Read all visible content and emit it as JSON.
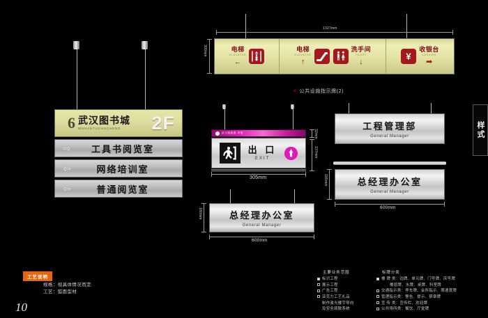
{
  "page": {
    "number": "10",
    "side_tab": "样式"
  },
  "facilities_sign": {
    "caption": "公共设施指示牌(2)",
    "caption_star": "✳",
    "width_dim": "1327mm",
    "height_dim": "300mm",
    "panels": [
      {
        "items": [
          {
            "cn": "电梯",
            "en": "ELEVATOR",
            "icon": "elevator-icon",
            "arrow": "←",
            "arrow_dir": "left",
            "layout": "text-left"
          }
        ]
      },
      {
        "items": [
          {
            "cn": "电梯",
            "en": "ELEVATOR",
            "icon": "escalator-icon",
            "arrow": "↑",
            "arrow_dir": "up",
            "layout": "text-left"
          },
          {
            "cn": "洗手间",
            "en": "TOILET",
            "icon": "toilet-icon",
            "arrow": "↓",
            "arrow_dir": "down",
            "layout": "icon-left"
          }
        ]
      },
      {
        "items": [
          {
            "cn": "收银台",
            "en": "CASHIER",
            "icon": "cashier-yen-icon",
            "arrow": "➡",
            "arrow_dir": "right",
            "layout": "icon-left"
          }
        ]
      }
    ]
  },
  "library_sign": {
    "logo": "6",
    "name_cn": "武汉图书城",
    "name_en": "WUHANTUCHUCHENG",
    "floor": "2F",
    "rows": [
      {
        "arrow": "⇨",
        "label": "工具书阅览室"
      },
      {
        "arrow": "⇦",
        "label": "网络培训室"
      },
      {
        "arrow": "⇦",
        "label": "普通阅览室"
      }
    ]
  },
  "exit_sign": {
    "brand_text": "武汉路路图 有限",
    "cn": "出 口",
    "en": "EXIT",
    "width_dim": "305mm",
    "header_dim": "32mm",
    "body_dim": "137mm"
  },
  "plates": {
    "engineering": {
      "cn": "工程管理部",
      "en": "General Manager"
    },
    "gm_right": {
      "cn": "总经理办公室",
      "en": "General Manager",
      "height_dim": "185mm",
      "width_dim": "600mm"
    },
    "gm_bottom": {
      "cn": "总经理办公室",
      "en": "General Manager",
      "height_dim": "180mm",
      "width_dim": "600mm"
    }
  },
  "spec": {
    "badge": "工艺说明",
    "lines": [
      "规格：视具体情况而定",
      "工艺：弧面型材"
    ]
  },
  "business": {
    "scope_title": "主要业务范围",
    "scope_items": [
      {
        "box": "filled",
        "text": "标识工程"
      },
      {
        "box": "empty",
        "text": "展示工程"
      },
      {
        "box": "empty",
        "text": "广告工程"
      },
      {
        "box": "empty",
        "text": "亚克力工艺礼品"
      },
      {
        "box": "none",
        "text": "制作激光楼宇导向"
      },
      {
        "box": "none",
        "text": "及安全疏散系统"
      }
    ],
    "types_title": "标牌分类",
    "types_items": [
      {
        "box": "filled",
        "text": "楼 牌 类：边牌、单元牌、门号牌、床号牌"
      },
      {
        "box": "none",
        "text": "楼层牌、水牌、桌牌、科室牌"
      },
      {
        "box": "empty",
        "text": "交通指示类：停车牌、会所指示、限速度牌"
      },
      {
        "box": "empty",
        "text": "管理指示类：警告、提示、禁章牌"
      },
      {
        "box": "empty",
        "text": "宣 传 类：宣传栏、欢迎牌"
      },
      {
        "box": "empty",
        "text": "公共场所类：餐饮、厅堂牌"
      }
    ]
  },
  "colors": {
    "gold": "#e3e2a4",
    "crimson": "#a3171d",
    "magenta": "#d81fb1",
    "orange": "#e8650d",
    "silver": "#c4c4c4"
  }
}
